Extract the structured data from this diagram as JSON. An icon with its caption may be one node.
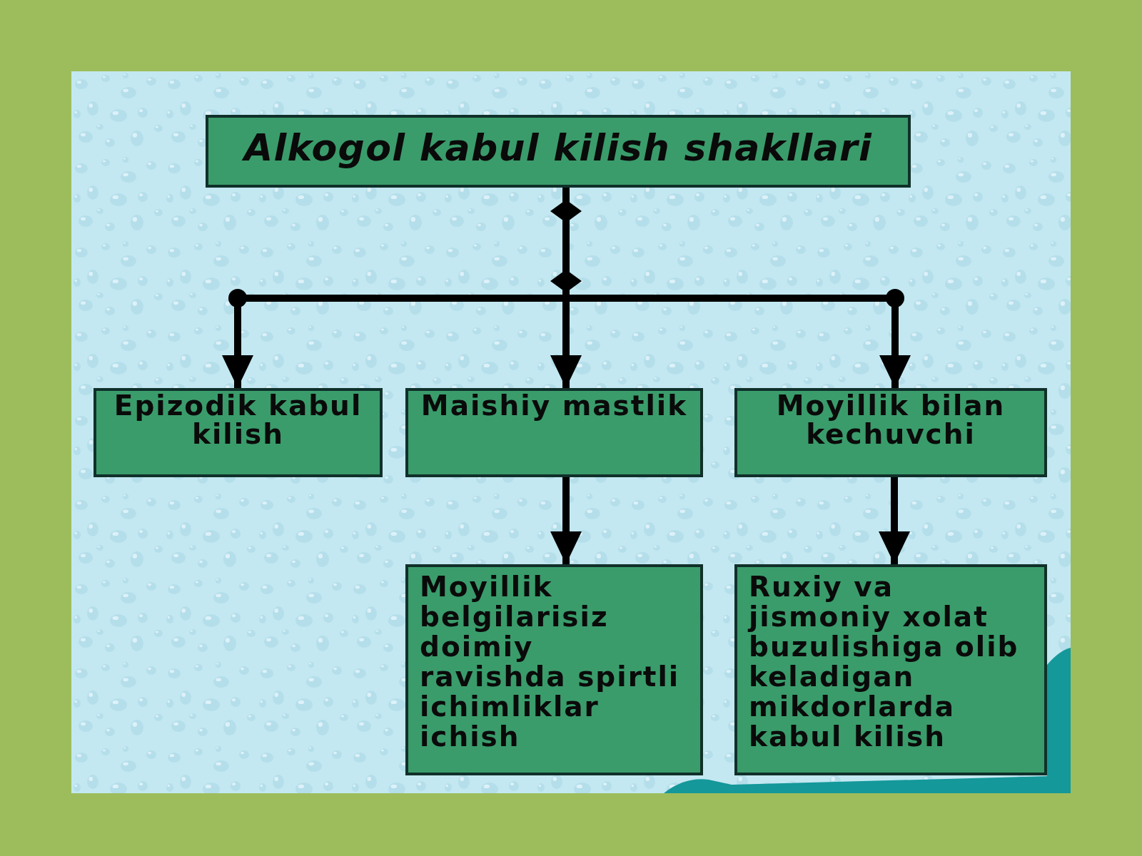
{
  "diagram": {
    "nodes": [
      {
        "text": [
          "Alkogol kabul kilish shakllari"
        ]
      },
      {
        "text": [
          "Epizodik kabul kilish"
        ]
      },
      {
        "text": [
          "Maishiy mastlik"
        ]
      },
      {
        "text": [
          "Moyillik bilan kechuvchi"
        ]
      },
      {
        "text": [
          "Moyillik belgilarisiz doimiy ravishda spirtli ichimliklar ichish"
        ]
      },
      {
        "text": [
          "Ruxiy va jismoniy xolat buzulishiga olib keladigan mikdorlarda kabul kilish"
        ]
      }
    ],
    "edges": [
      {
        "from": 0,
        "to": 1,
        "arrow": "to"
      },
      {
        "from": 0,
        "to": 2,
        "arrow": "to"
      },
      {
        "from": 0,
        "to": 3,
        "arrow": "to"
      },
      {
        "from": 2,
        "to": 4,
        "arrow": "to"
      },
      {
        "from": 3,
        "to": 5,
        "arrow": "to"
      }
    ]
  }
}
